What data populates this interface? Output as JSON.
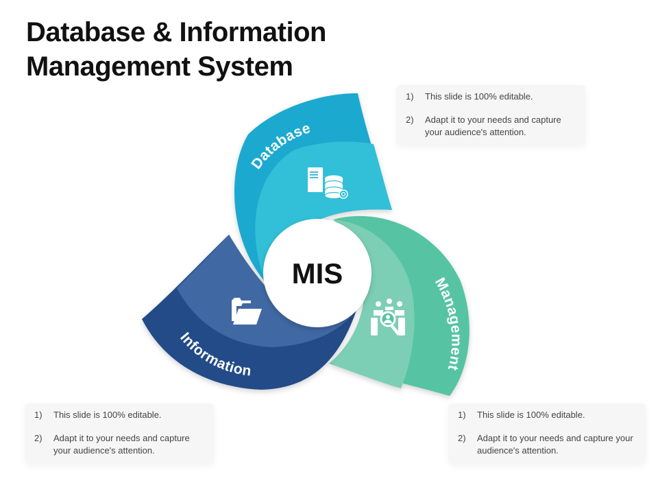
{
  "title": "Database & Information Management System",
  "center": {
    "label": "MIS"
  },
  "segments": [
    {
      "id": "database",
      "label": "Database",
      "icon": "database-server-icon",
      "color_outer": "#1aa9cf",
      "color_inner": "#30bfd8"
    },
    {
      "id": "management",
      "label": "Management",
      "icon": "team-search-icon",
      "color_outer": "#56c4a2",
      "color_inner": "#7ccfb4"
    },
    {
      "id": "information",
      "label": "Information",
      "icon": "folder-icon",
      "color_outer": "#234b88",
      "color_inner": "#3f67a3"
    }
  ],
  "notes": {
    "database": {
      "items": [
        {
          "num": "1)",
          "text": "This slide is 100% editable."
        },
        {
          "num": "2)",
          "text": "Adapt it to your needs and capture your audience's attention."
        }
      ]
    },
    "information": {
      "items": [
        {
          "num": "1)",
          "text": "This slide is 100% editable."
        },
        {
          "num": "2)",
          "text": "Adapt it to your needs and capture your audience's attention."
        }
      ]
    },
    "management": {
      "items": [
        {
          "num": "1)",
          "text": "This slide is 100% editable."
        },
        {
          "num": "2)",
          "text": "Adapt it to your needs and capture your audience's attention."
        }
      ]
    }
  }
}
